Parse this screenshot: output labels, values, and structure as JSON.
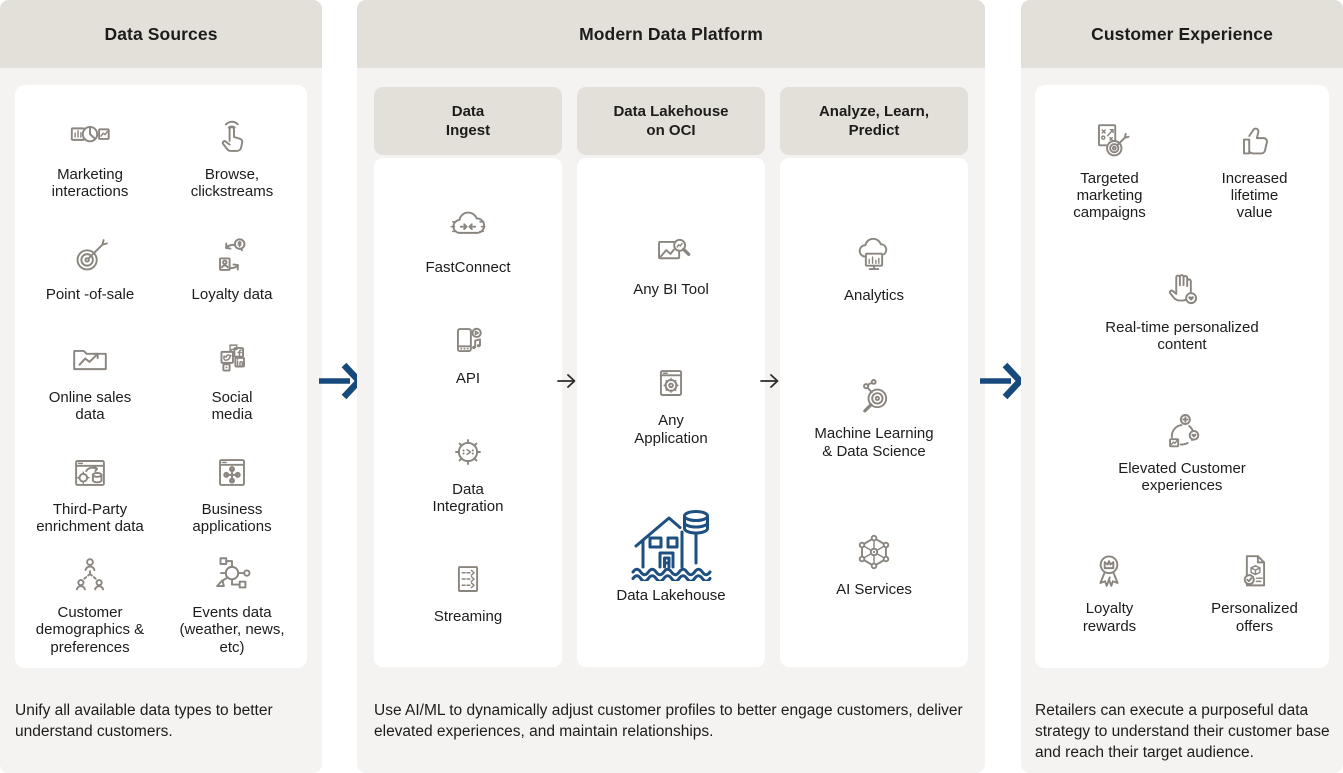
{
  "colors": {
    "band_background": "#f4f3f1",
    "header_background": "#e3e0da",
    "card_background": "#ffffff",
    "text": "#1d1c1a",
    "icon_gray": "#8b857f",
    "flow_arrow_blue": "#174a7c",
    "lakehouse_blue": "#1d5080"
  },
  "sources": {
    "title": "Data Sources",
    "items": [
      {
        "label": "Marketing\ninteractions",
        "icon": "marketing-interactions-icon"
      },
      {
        "label": "Browse,\nclickstreams",
        "icon": "browse-clickstreams-icon"
      },
      {
        "label": "Point -of-sale",
        "icon": "point-of-sale-icon"
      },
      {
        "label": "Loyalty data",
        "icon": "loyalty-data-icon"
      },
      {
        "label": "Online sales\ndata",
        "icon": "online-sales-data-icon"
      },
      {
        "label": "Social\nmedia",
        "icon": "social-media-icon"
      },
      {
        "label": "Third-Party\nenrichment data",
        "icon": "third-party-enrichment-icon"
      },
      {
        "label": "Business\napplications",
        "icon": "business-applications-icon"
      },
      {
        "label": "Customer\ndemographics &\npreferences",
        "icon": "customer-demographics-icon"
      },
      {
        "label": "Events data\n(weather, news,\netc)",
        "icon": "events-data-icon"
      }
    ],
    "caption": "Unify all available data types to better understand customers."
  },
  "platform": {
    "title": "Modern Data Platform",
    "columns": [
      {
        "title": "Data\nIngest",
        "items": [
          {
            "label": "FastConnect",
            "icon": "fastconnect-icon"
          },
          {
            "label": "API",
            "icon": "api-icon"
          },
          {
            "label": "Data\nIntegration",
            "icon": "data-integration-icon"
          },
          {
            "label": "Streaming",
            "icon": "streaming-icon"
          }
        ]
      },
      {
        "title": "Data Lakehouse\non OCI",
        "items": [
          {
            "label": "Any BI Tool",
            "icon": "any-bi-tool-icon"
          },
          {
            "label": "Any\nApplication",
            "icon": "any-application-icon"
          },
          {
            "label": "Data Lakehouse",
            "icon": "data-lakehouse-icon"
          }
        ]
      },
      {
        "title": "Analyze, Learn,\nPredict",
        "items": [
          {
            "label": "Analytics",
            "icon": "analytics-icon"
          },
          {
            "label": "Machine Learning\n& Data Science",
            "icon": "machine-learning-data-science-icon"
          },
          {
            "label": "AI Services",
            "icon": "ai-services-icon"
          }
        ]
      }
    ],
    "caption": "Use AI/ML to dynamically adjust customer profiles to better engage customers, deliver elevated experiences, and maintain relationships."
  },
  "experience": {
    "title": "Customer Experience",
    "items": [
      {
        "label": "Targeted\nmarketing\ncampaigns",
        "icon": "targeted-marketing-campaigns-icon"
      },
      {
        "label": "Increased\nlifetime\nvalue",
        "icon": "increased-lifetime-value-icon"
      },
      {
        "label": "Real-time personalized\ncontent",
        "icon": "real-time-personalized-content-icon"
      },
      {
        "label": "Elevated Customer\nexperiences",
        "icon": "elevated-customer-experiences-icon"
      },
      {
        "label": "Loyalty\nrewards",
        "icon": "loyalty-rewards-icon"
      },
      {
        "label": "Personalized\noffers",
        "icon": "personalized-offers-icon"
      }
    ],
    "caption": "Retailers can execute a purposeful data strategy to understand their customer base and reach their target audience."
  }
}
